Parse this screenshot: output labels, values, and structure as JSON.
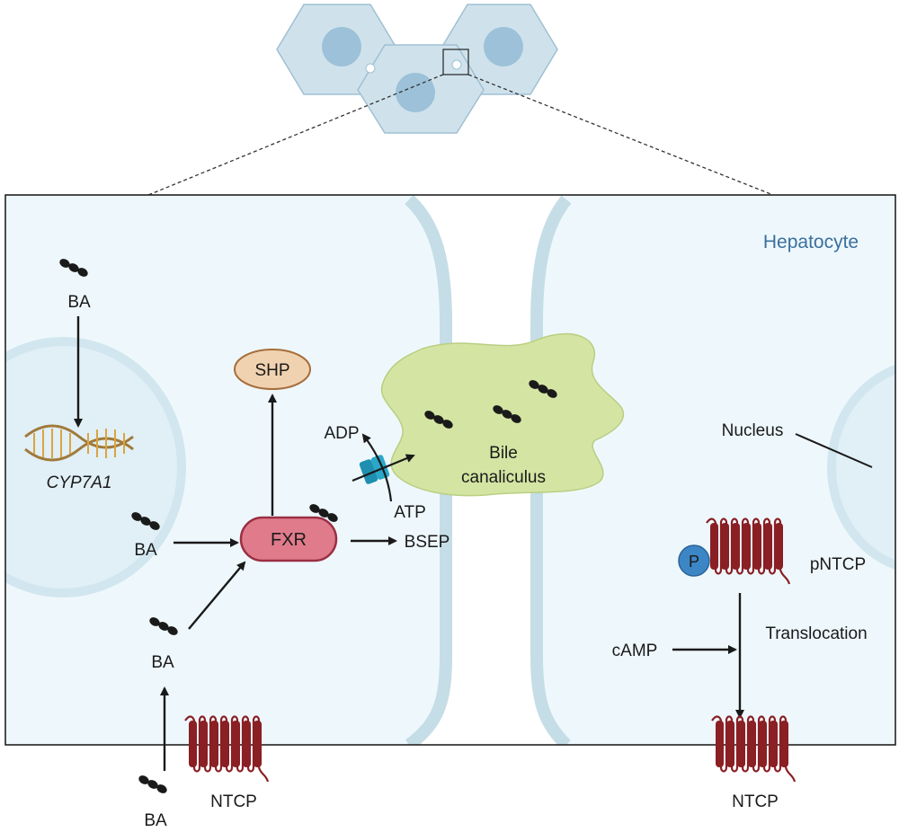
{
  "labels": {
    "cell_type": "Hepatocyte",
    "nucleus": "Nucleus",
    "bile_canaliculus_line1": "Bile",
    "bile_canaliculus_line2": "canaliculus",
    "ba_top": "BA",
    "ba_left": "BA",
    "ba_middle": "BA",
    "ba_bottom": "BA",
    "cyp7a1": "CYP7A1",
    "shp": "SHP",
    "fxr": "FXR",
    "bsep": "BSEP",
    "adp": "ADP",
    "atp": "ATP",
    "ntcp_left": "NTCP",
    "pntcp": "pNTCP",
    "phospho": "P",
    "translocation": "Translocation",
    "camp": "cAMP",
    "ntcp_right": "NTCP"
  },
  "colors": {
    "cell_fill": "#eef8fc",
    "membrane": "#c5dde6",
    "nucleus_fill": "#e1eff6",
    "bile_fill": "#d4e5a3",
    "shp_fill": "#f1d2b0",
    "fxr_fill": "#e07b8c",
    "transporter": "#8a1f24",
    "phospho_fill": "#3d86c6",
    "pump": "#1e8fb0",
    "hepatocyte_text": "#3a6f9e"
  }
}
